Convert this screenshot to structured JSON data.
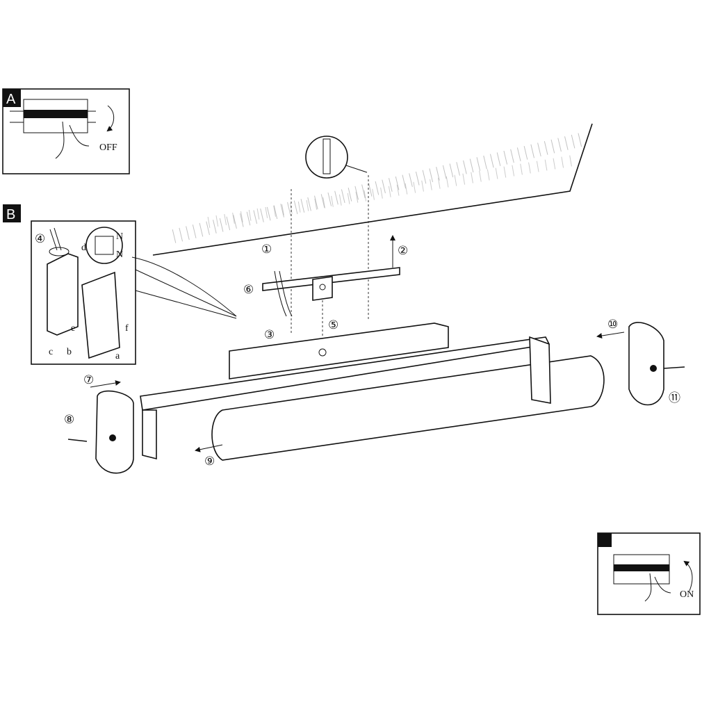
{
  "panel_a": {
    "label": "A",
    "action": "OFF"
  },
  "panel_b": {
    "label": "B",
    "callouts": {
      "cable": "④",
      "d": "d",
      "n1": "N",
      "n2": "N",
      "c": "c",
      "b": "b",
      "e": "e",
      "f": "f",
      "a": "a"
    }
  },
  "panel_c": {
    "label": "",
    "action": "ON"
  },
  "steps": {
    "s1": "①",
    "s2": "②",
    "s3": "③",
    "s5": "⑤",
    "s6": "⑥",
    "s7": "⑦",
    "s8": "⑧",
    "s9": "⑨",
    "s10": "⑩",
    "s11": "⑪"
  }
}
